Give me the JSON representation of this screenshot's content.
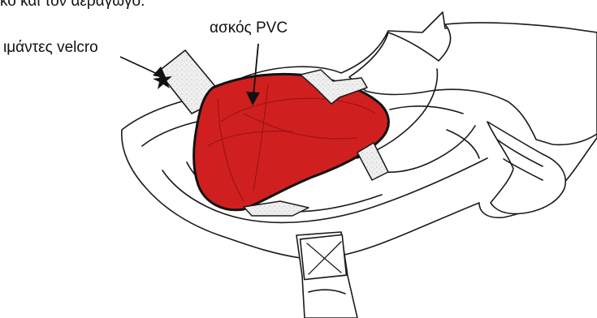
{
  "caption": "κό και τον αεραγωγό.",
  "labels": {
    "velcro_straps": "ιμάντες velcro",
    "pvc_bladder": "ασκός PVC"
  },
  "colors": {
    "bladder_fill": "#d42020",
    "outline": "#1a1a1a",
    "strap_fill": "#eeeeee",
    "background": "#ffffff"
  },
  "icons": [
    "velcro-arrow",
    "pvc-arrow",
    "buckle-icon"
  ]
}
